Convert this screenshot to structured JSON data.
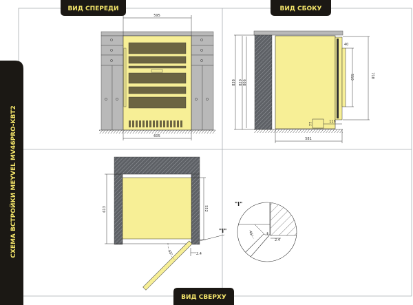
{
  "title": "СХЕМА ВСТРОЙКИ MEYVEL MV46PRO-KBT2",
  "views": {
    "front": {
      "label": "ВИД СПЕРЕДИ",
      "dims": {
        "top_width": "595",
        "bottom_width": "605"
      }
    },
    "side": {
      "label": "ВИД СБОКУ",
      "dims": {
        "h1": "838",
        "h2": "820",
        "h3": "806",
        "door_height": "718",
        "handle_length": "510",
        "handle_offset": "40",
        "foot_offset": "116",
        "foot_height": "77",
        "depth": "581"
      }
    },
    "top": {
      "label": "ВИД СВЕРХУ",
      "dims": {
        "niche_depth": "613",
        "body_depth": "552",
        "angle": "45°",
        "gap": "2.4"
      },
      "callout": "\"I\""
    },
    "detail": {
      "label": "\"I\"",
      "angle": "45°",
      "gap": "2.4"
    }
  },
  "colors": {
    "body": "#f7ef96",
    "dark": "#1b1814",
    "accent": "#f3e46a",
    "glass": "#6b6442",
    "cabinet": "#b9b9b9",
    "wall": "#5e6166"
  }
}
